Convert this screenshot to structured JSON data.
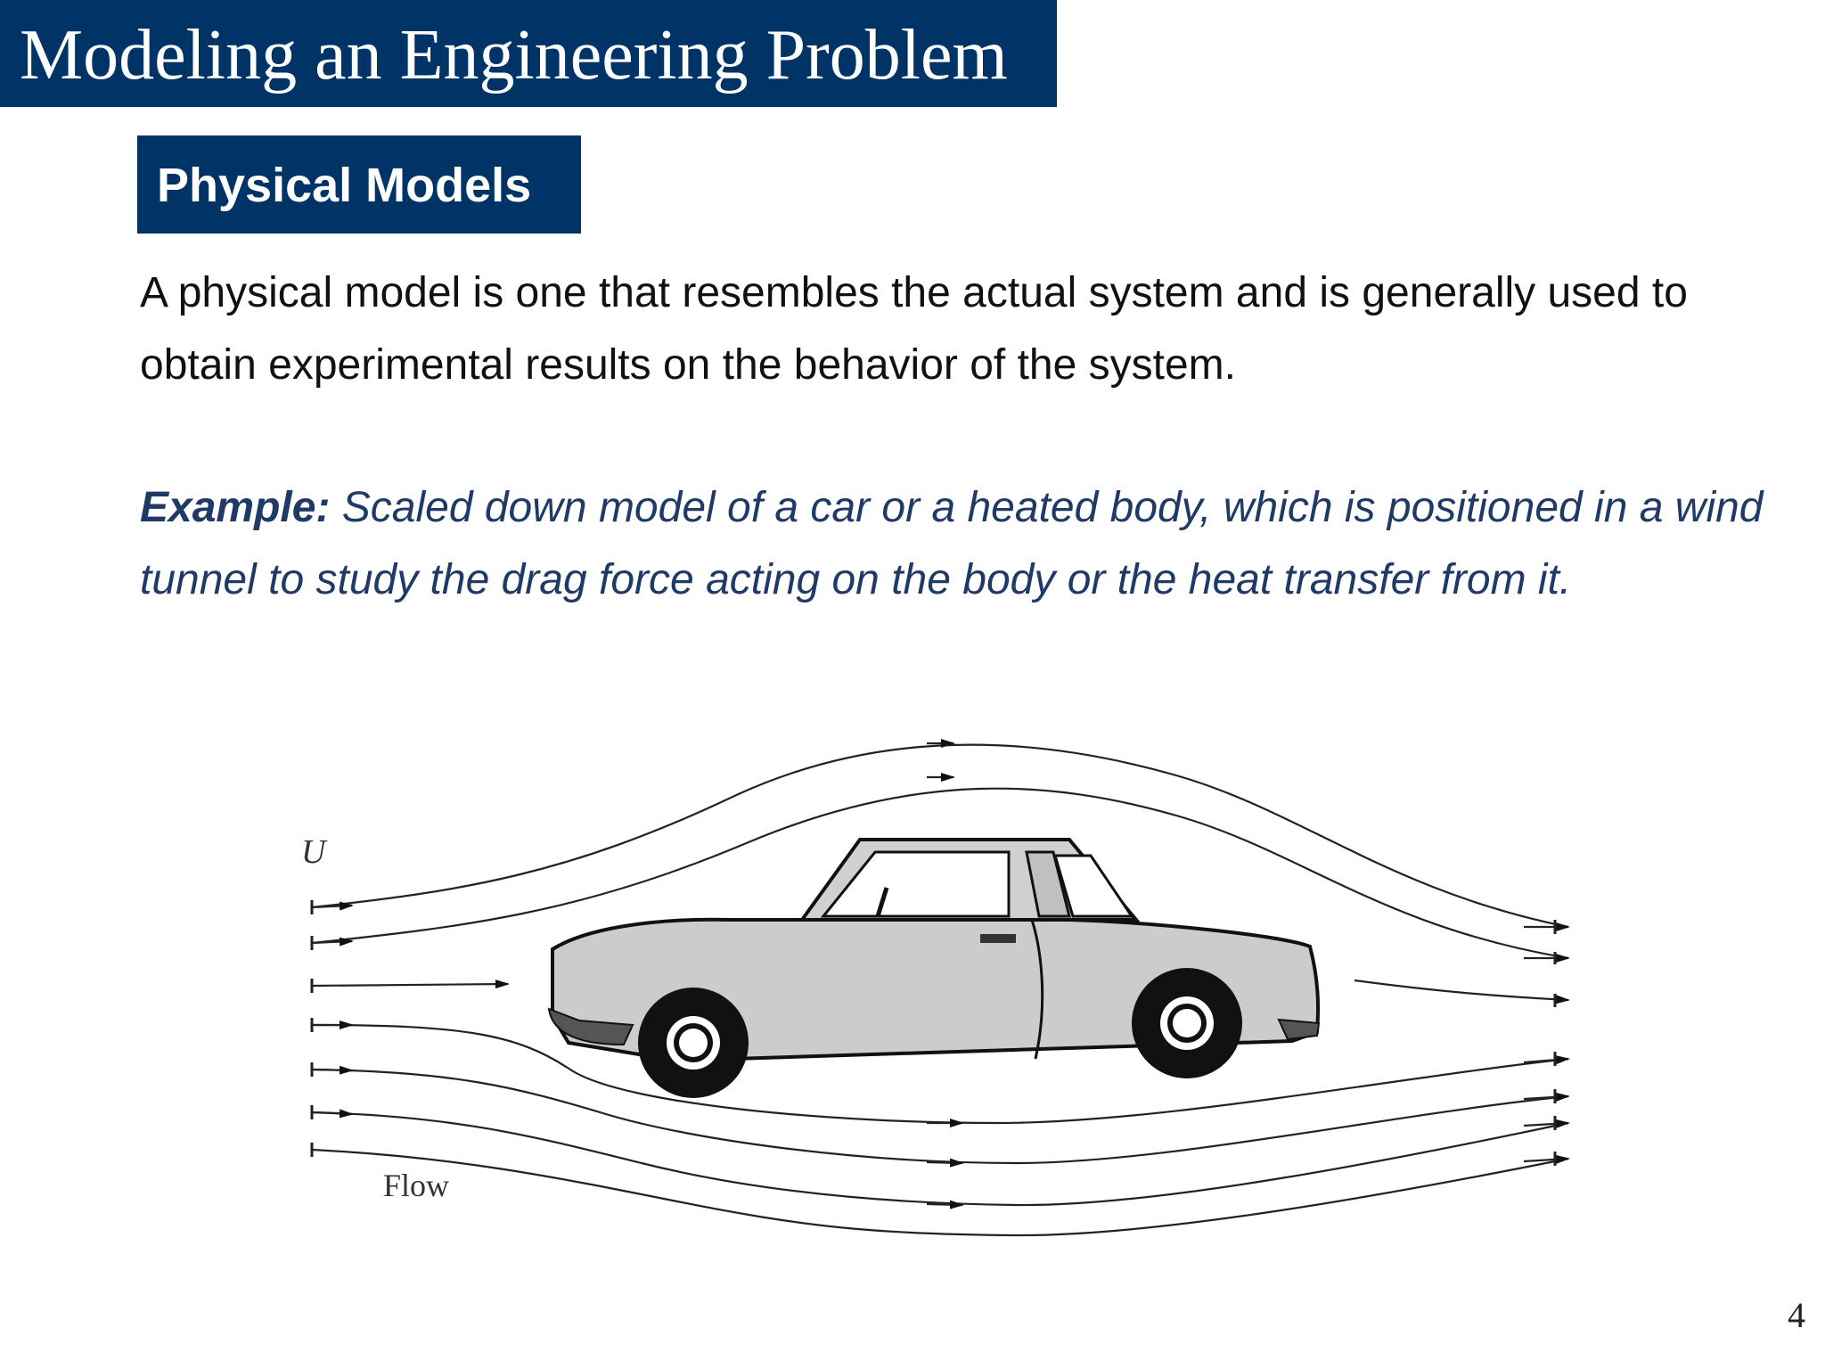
{
  "slide": {
    "title": "Modeling an Engineering Problem",
    "section_heading": "Physical Models",
    "paragraph": "A physical model is one that resembles the actual system and is generally used to obtain experimental results on the behavior of the system.",
    "example_label": "Example:",
    "example_text": " Scaled down model of a car or a heated body, which is positioned in a wind tunnel to study the drag force acting on the body or the heat transfer from it.",
    "page_number": "4"
  },
  "figure": {
    "velocity_label": "U",
    "flow_label": "Flow",
    "icon": "car-in-wind-tunnel"
  },
  "colors": {
    "header_background": "#003366",
    "example_text": "#1f3a66",
    "car_body": "#cccccc"
  }
}
